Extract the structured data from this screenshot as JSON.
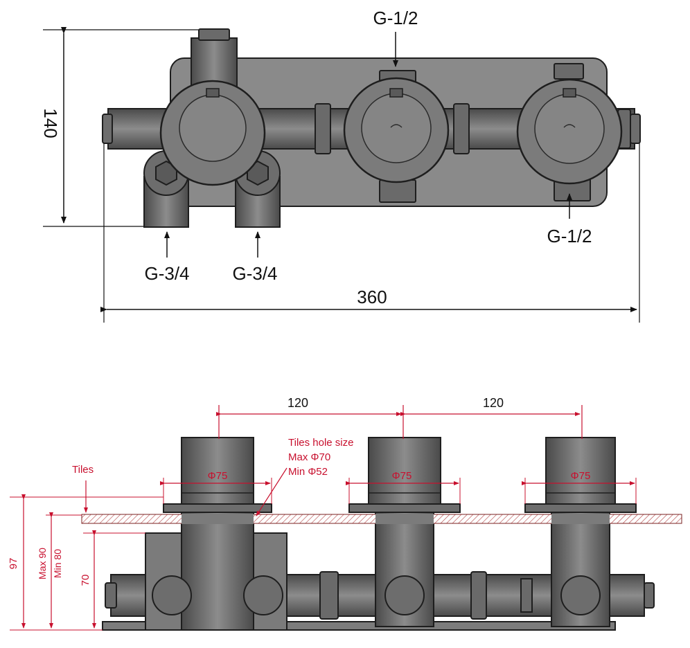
{
  "top_view": {
    "dim_height": "140",
    "dim_width": "360",
    "port_top": "G-1/2",
    "port_bottom_right": "G-1/2",
    "port_bottom_left_1": "G-3/4",
    "port_bottom_left_2": "G-3/4"
  },
  "side_view": {
    "spacing_1": "120",
    "spacing_2": "120",
    "tiles_label": "Tiles",
    "tiles_hole_title": "Tiles hole size",
    "tiles_hole_max": "Max Φ70",
    "tiles_hole_min": "Min Φ52",
    "flange_1": "Φ75",
    "flange_2": "Φ75",
    "flange_3": "Φ75",
    "dim_97": "97",
    "dim_max90": "Max 90",
    "dim_min80": "Min 80",
    "dim_70": "70"
  },
  "colors": {
    "body": "#7b7b7b",
    "body_dark": "#505050",
    "outline": "#1e1e1e",
    "plate": "#8a8a8a",
    "annotation_red": "#c8102e",
    "annotation_black": "#111111"
  }
}
